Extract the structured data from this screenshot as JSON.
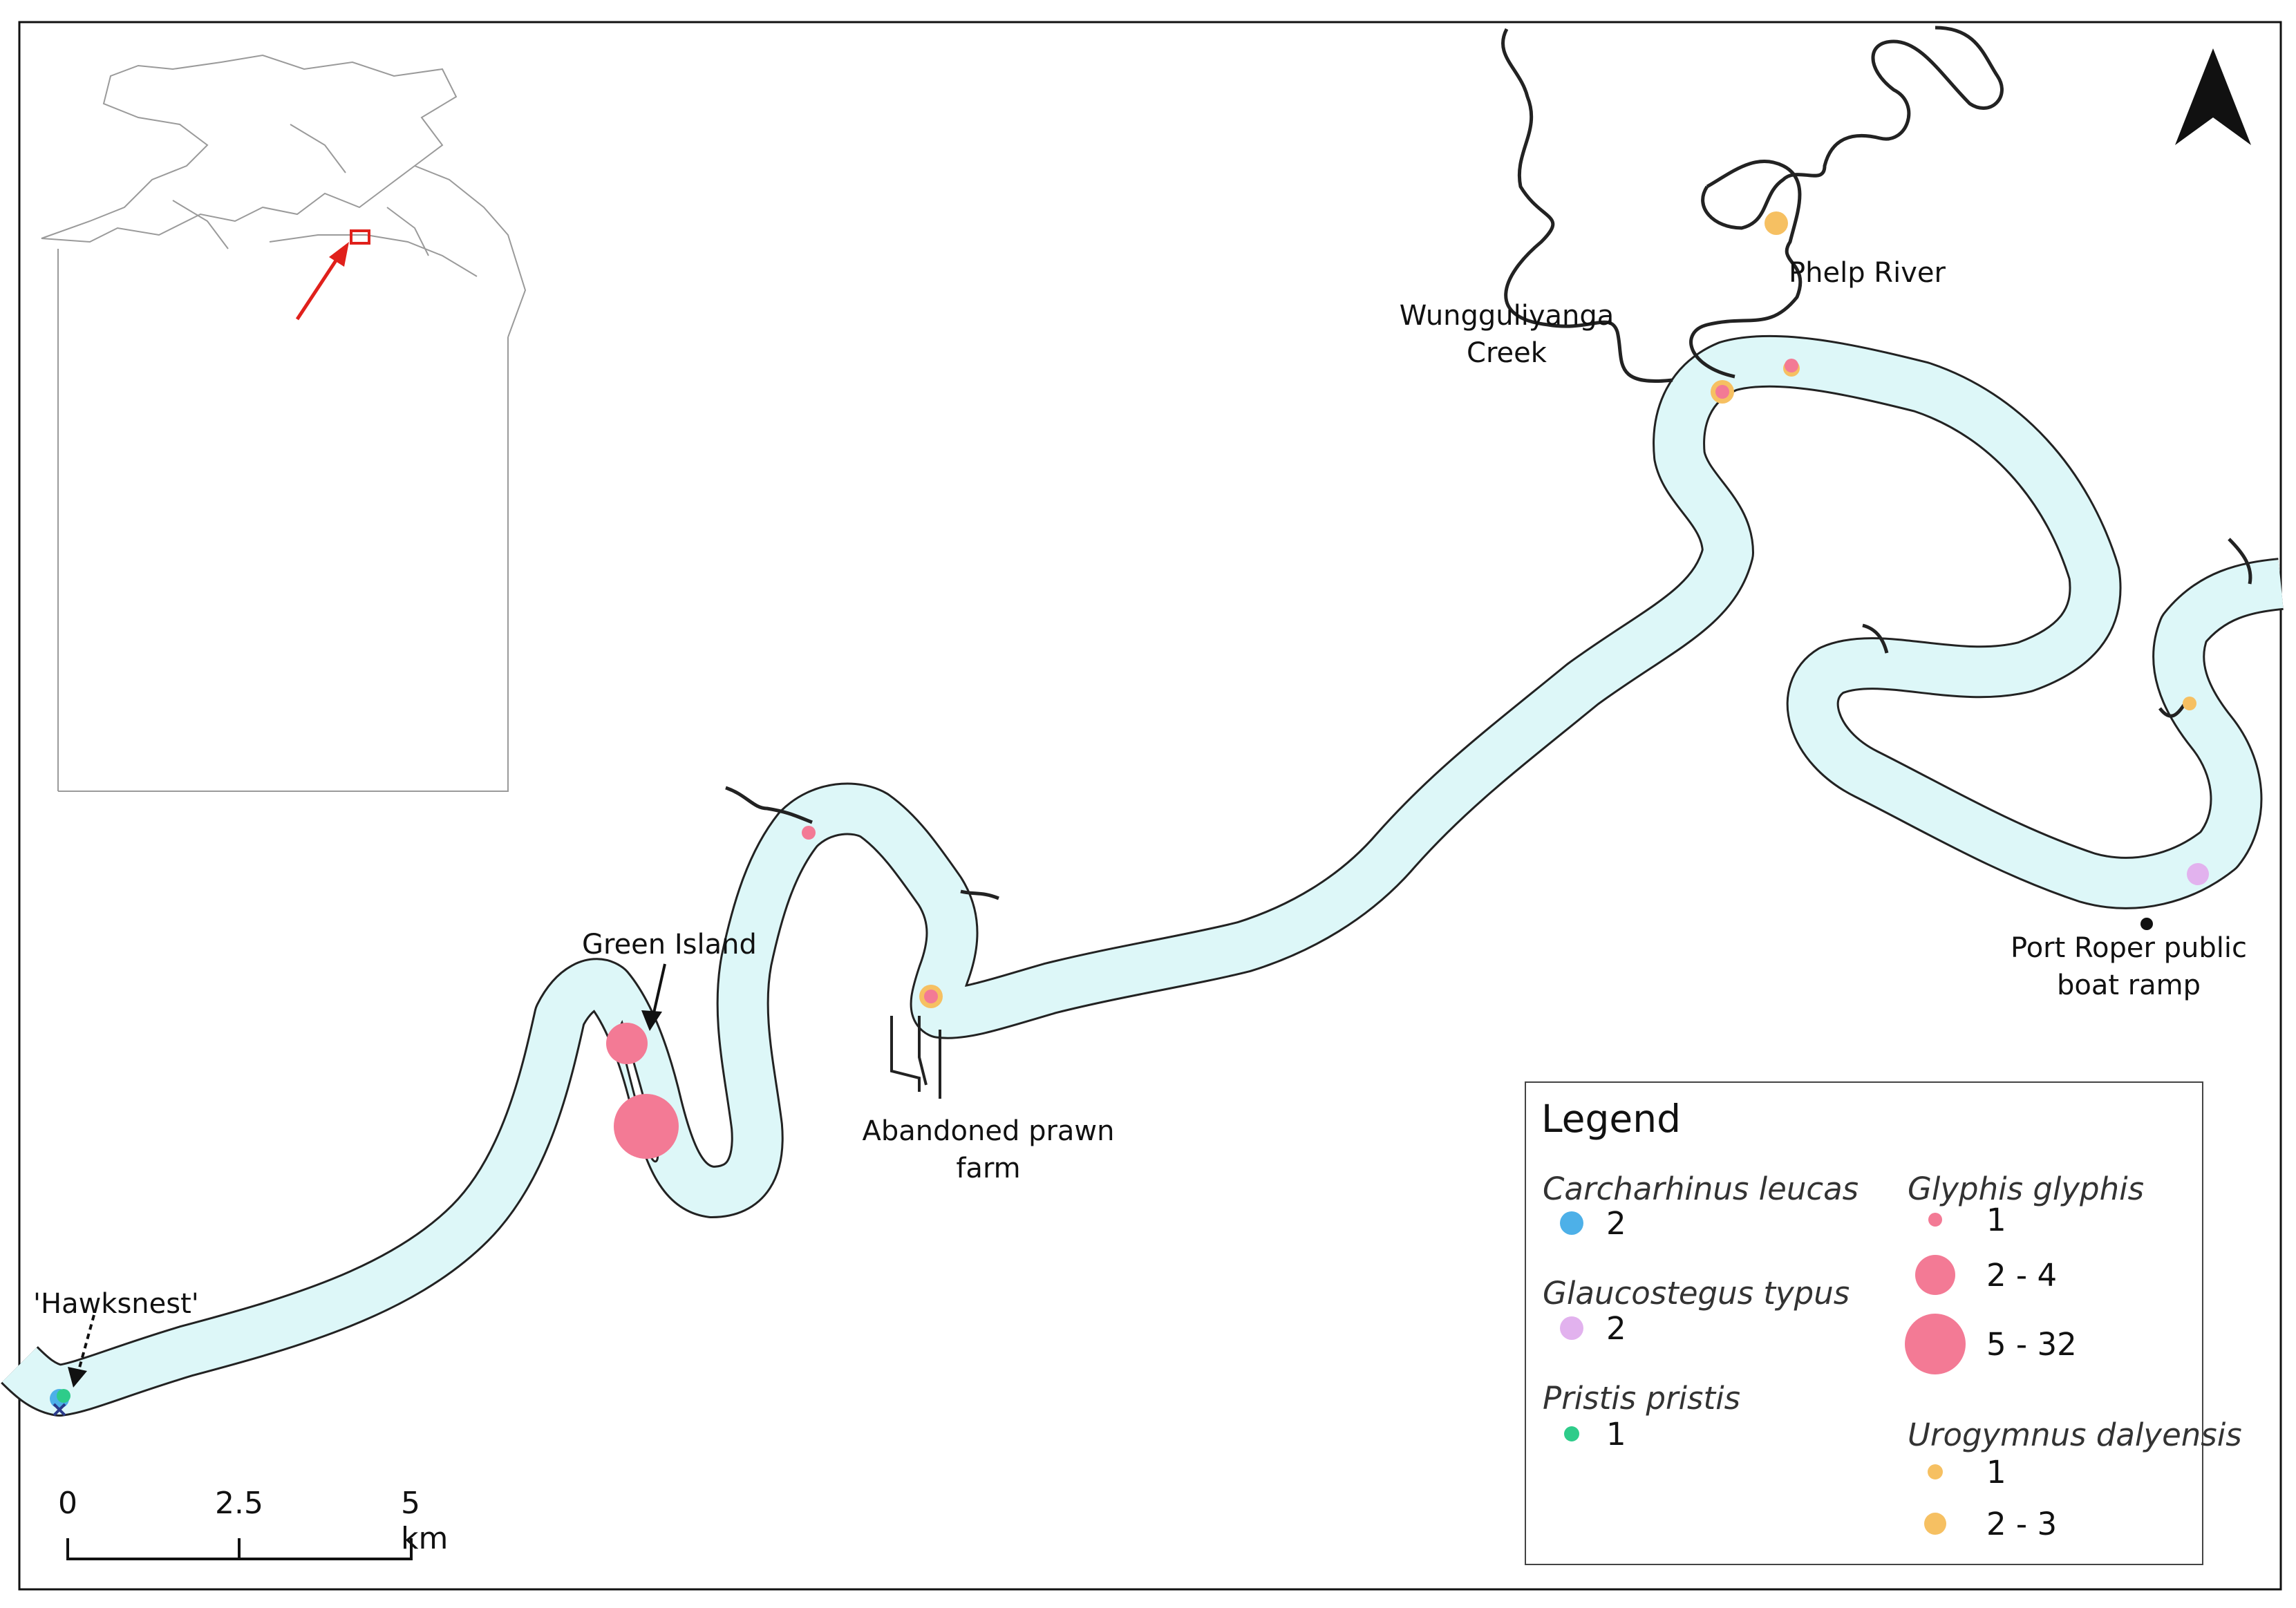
{
  "places": {
    "wungguliyanga_line1": "Wungguliyanga",
    "wungguliyanga_line2": "Creek",
    "phelp_river": "Phelp River",
    "green_island": "Green Island",
    "prawn_line1": "Abandoned prawn",
    "prawn_line2": "farm",
    "port_roper_line1": "Port Roper public",
    "port_roper_line2": "boat ramp",
    "hawksnest": "'Hawksnest'"
  },
  "scale_bar": {
    "labels": [
      "0",
      "2.5",
      "5 km"
    ]
  },
  "legend": {
    "title": "Legend",
    "groups": [
      {
        "species": "Carcharhinus leucas",
        "items": [
          {
            "label": "2",
            "color": "#4DB0E8"
          }
        ]
      },
      {
        "species": "Glaucostegus typus",
        "items": [
          {
            "label": "2",
            "color": "#E2B2EE"
          }
        ]
      },
      {
        "species": "Pristis pristis",
        "items": [
          {
            "label": "1",
            "color": "#2ECC8A"
          }
        ]
      },
      {
        "species": "Glyphis glyphis",
        "items": [
          {
            "label": "1",
            "color": "#F37A95"
          },
          {
            "label": "2 - 4",
            "color": "#F37A95"
          },
          {
            "label": "5 - 32",
            "color": "#F37A95"
          }
        ]
      },
      {
        "species": "Urogymnus dalyensis",
        "items": [
          {
            "label": "1",
            "color": "#F6C062"
          },
          {
            "label": "2 - 3",
            "color": "#F6C062"
          }
        ]
      }
    ]
  },
  "colors": {
    "river_fill": "#DDF7F8",
    "river_stroke": "#222222",
    "inset_marker": "#E0201B"
  },
  "icons": {
    "north_arrow": "north-arrow-icon",
    "inset_pointer": "arrow-icon"
  }
}
